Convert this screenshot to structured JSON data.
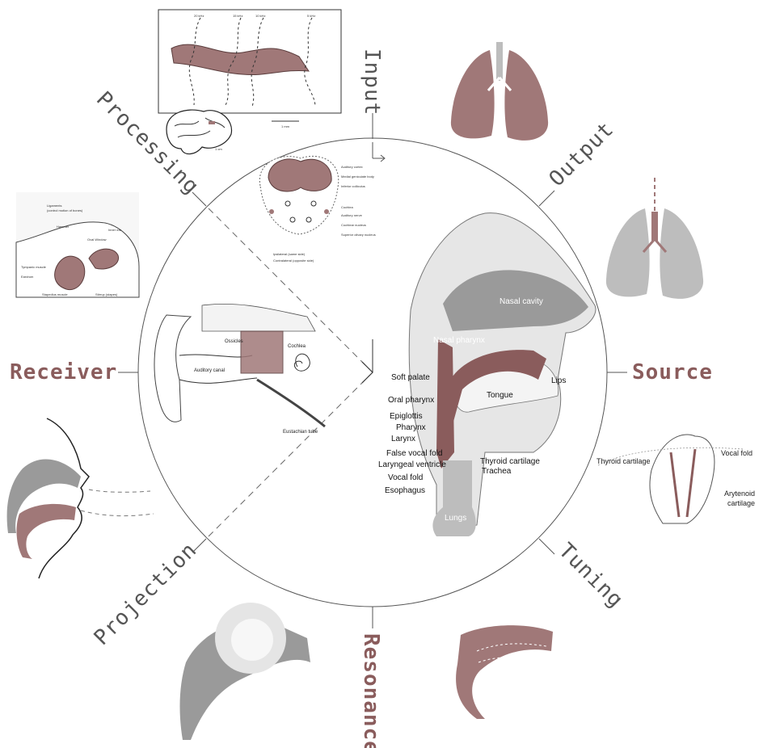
{
  "stages": {
    "input": "Input",
    "output": "Output",
    "source": "Source",
    "tuning": "Tuning",
    "resonance": "Resonance",
    "projection": "Projection",
    "receiver": "Receiver",
    "processing": "Processing"
  },
  "colors": {
    "accent": "#8a5c5c",
    "fill": "#a07878",
    "gray": "#bdbdbd",
    "line": "#555555"
  },
  "cortex_map": {
    "freqs": [
      "20 kHz",
      "15 kHz",
      "10 kHz",
      "5 kHz"
    ],
    "scale_1mm": "1 mm",
    "scale_1cm": "1 cm"
  },
  "ear_inner": {
    "ligaments": "Ligaments",
    "ligaments_sub": "(control motion of bones)",
    "hammer": "Hammer",
    "inner_ear": "Inner ear",
    "oval_window": "Oval Window",
    "tympanic": "Tympanic muscle",
    "eardrum": "Eardrum",
    "stapedius": "Stapedius muscle",
    "stirrup": "Stirrup (stapes)"
  },
  "brain_path": {
    "labels": [
      "Auditory cortex",
      "Medial geniculate body",
      "Inferior colliculus",
      "Cochlea",
      "Auditory nerve",
      "Cochlear nucleus",
      "Superior olivary nucleus"
    ],
    "legend": [
      "Ipsilateral (same side)",
      "Contralateral (opposite side)"
    ]
  },
  "ear_outer": {
    "ossicles": "Ossicles",
    "cochlea": "Cochlea",
    "auditory_canal": "Auditory canal",
    "eustachian": "Eustachian tube"
  },
  "head": {
    "nasal_cavity": "Nasal cavity",
    "nasal_pharynx": "Nasal pharynx",
    "soft_palate": "Soft palate",
    "tongue": "Tongue",
    "lips": "Lips",
    "oral_pharynx": "Oral pharynx",
    "epiglottis": "Epiglottis",
    "pharynx": "Pharynx",
    "larynx": "Larynx",
    "false_vocal_fold": "False vocal fold",
    "laryngeal_ventricle": "Laryngeal ventricle",
    "vocal_fold": "Vocal fold",
    "esophagus": "Esophagus",
    "thyroid_cartilage": "Thyroid cartilage",
    "trachea": "Trachea",
    "lungs": "Lungs"
  },
  "larynx_top": {
    "thyroid_cartilage": "Thyroid cartilage",
    "vocal_fold": "Vocal fold",
    "arytenoid": "Arytenoid",
    "cartilage": "cartilage"
  }
}
